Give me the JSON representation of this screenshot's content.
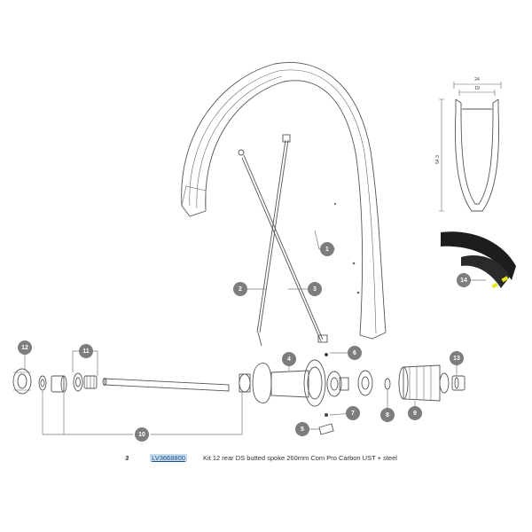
{
  "dimensions": {
    "outer_width": "24",
    "inner_width": "19",
    "rim_depth": "54.3"
  },
  "callouts": [
    "1",
    "2",
    "3",
    "4",
    "5",
    "6",
    "7",
    "8",
    "9",
    "10",
    "11",
    "12",
    "13",
    "14"
  ],
  "caption": {
    "item_number": "3",
    "reference": "LV3668800",
    "description": "Kit 12 rear DS butted spoke 260mm Com Pro Carbon UST + steel"
  },
  "colors": {
    "callout_fill": "#7d7d7d",
    "valve_accent": "#e6e61a",
    "reference_highlight": "#c8dcef"
  }
}
